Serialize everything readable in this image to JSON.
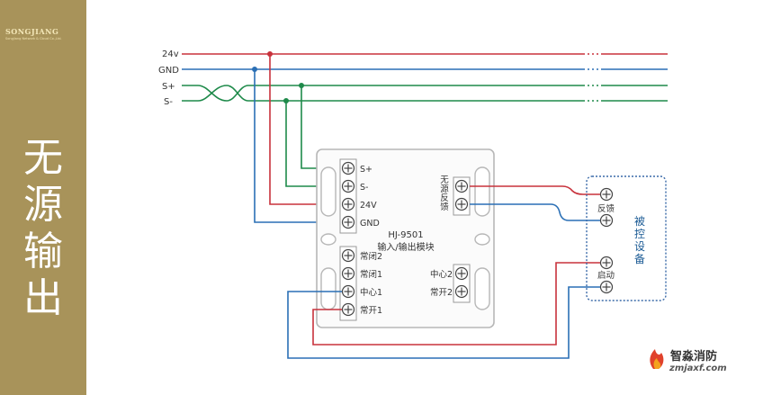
{
  "sidebar": {
    "brand_name": "SONGJIANG",
    "brand_sub": "Songjiang Network & Cloud Co.,Ltd.",
    "title_chars": [
      "无",
      "源",
      "输",
      "出"
    ]
  },
  "bus": {
    "line_24v": "24v",
    "line_gnd": "GND",
    "line_s_plus": "S+",
    "line_s_minus": "S-"
  },
  "module": {
    "model": "HJ-9501",
    "name": "输入/输出模块",
    "left_terminals": [
      "S+",
      "S-",
      "24V",
      "GND"
    ],
    "feedback_label": "无源反馈",
    "relay_terminals": [
      "常闭2",
      "常闭1",
      "中心1",
      "常开1"
    ],
    "relay2_terminals": [
      "中心2",
      "常开2"
    ]
  },
  "device": {
    "name": "被控设备",
    "feedback": "反馈",
    "start": "启动"
  },
  "watermark": {
    "name": "智淼消防",
    "url": "zmjaxf.com"
  },
  "colors": {
    "red": "#c8323c",
    "blue": "#2a6fb5",
    "green": "#1e8a4a",
    "sidebar": "#a8935a"
  }
}
